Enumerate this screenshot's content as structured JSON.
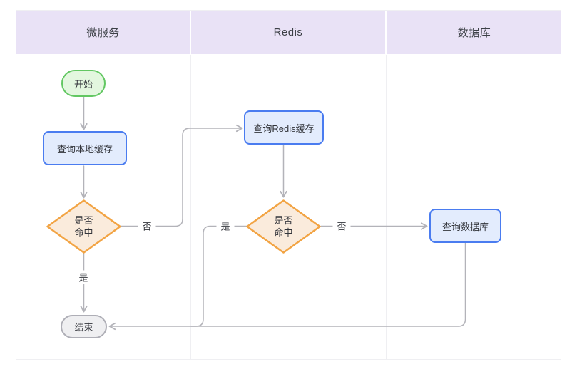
{
  "diagram": {
    "lanes": [
      {
        "id": "microservice",
        "label": "微服务"
      },
      {
        "id": "redis",
        "label": "Redis"
      },
      {
        "id": "database",
        "label": "数据库"
      }
    ],
    "nodes": {
      "start": {
        "type": "start",
        "label": "开始"
      },
      "query_local_cache": {
        "type": "process",
        "label": "查询本地缓存"
      },
      "local_hit_decision": {
        "type": "decision",
        "lines": [
          "是否",
          "命中"
        ]
      },
      "query_redis_cache": {
        "type": "process",
        "label": "查询Redis缓存"
      },
      "redis_hit_decision": {
        "type": "decision",
        "lines": [
          "是否",
          "命中"
        ]
      },
      "query_database": {
        "type": "process",
        "label": "查询数据库"
      },
      "end": {
        "type": "end",
        "label": "结束"
      }
    },
    "edge_labels": {
      "local_miss": "否",
      "local_hit": "是",
      "redis_hit": "是",
      "redis_miss": "否"
    },
    "colors": {
      "lane_header_bg": "#E9E2F6",
      "lane_border": "#EFEFF2",
      "start_fill": "#E3F7DF",
      "start_border": "#62C762",
      "process_fill": "#E3ECFD",
      "process_border": "#4A7CF0",
      "decision_fill": "#FAEBDC",
      "decision_border": "#F2A444",
      "end_fill": "#EFEFF1",
      "end_border": "#AEAEB6",
      "connector": "#B3B3B9",
      "text": "#33353B"
    }
  }
}
